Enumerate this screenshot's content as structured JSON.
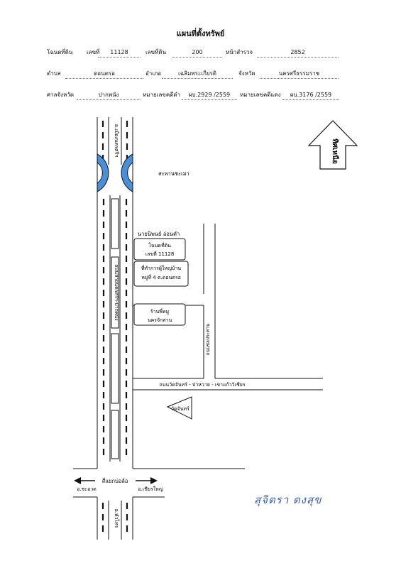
{
  "header": {
    "title": "แผนที่ตั้งทรัพย์",
    "row1": {
      "deed_label": "โฉนดที่ดิน",
      "deed_no_label": "เลขที่",
      "deed_no": "11128",
      "land_no_label": "เลขที่ดิน",
      "land_no": "200",
      "survey_page_label": "หน้าสำรวจ",
      "survey_page": "2852"
    },
    "row2": {
      "subdistrict_label": "ตำบล",
      "subdistrict": "ดอนตรอ",
      "district_label": "อำเภอ",
      "district": "เฉลิมพระเกียรติ",
      "province_label": "จังหวัด",
      "province": "นครศรีธรรมราช"
    },
    "row3": {
      "court_label": "ศาลจังหวัด",
      "court": "ปากพนัง",
      "black_case_label": "หมายเลขคดีดำ",
      "black_case": "ผบ.2929 /2559",
      "red_case_label": "หมายเลขคดีแดง",
      "red_case": "ผบ.3176 /2559"
    }
  },
  "map": {
    "north_label": "ทิศเหนือ",
    "top_road_label": "อ.เมืองนครศรีฯ",
    "bridge_label": "สะพานชะเมา",
    "owner_label": "นายนิพนธ์ อ่อนคำ",
    "deed_box": [
      "โฉนดที่ดิน",
      "เลขที่ 11128"
    ],
    "office_box": [
      "ที่ทำการผู้ใหญ่บ้าน",
      "หมู่ที่ 4 ต.ดอนตรอ"
    ],
    "shop_box": [
      "ร้านพี่หมู",
      "นครจักสาน"
    ],
    "main_road_label": "ถนนสายนครศรีฯ-ปากพนัง",
    "side_road_label": "ถนนชลประทาน",
    "temple_road_label": "ถนนวัดจันทร์ - ป่าหวาย - เขาแก้ววิเชียร",
    "temple_label": "วัดจันทร์",
    "intersection_label": "สี่แยกบ่อล้อ",
    "left_dest": "อ.ชะอวด",
    "right_dest": "อ.เชียรใหญ่",
    "bottom_road_label": "อ.หัวไทร"
  },
  "signature": "สุจิตรา ตงสุข",
  "colors": {
    "bridge": "#4a90d9",
    "ink": "#111111",
    "signature": "#3a5fa8"
  }
}
